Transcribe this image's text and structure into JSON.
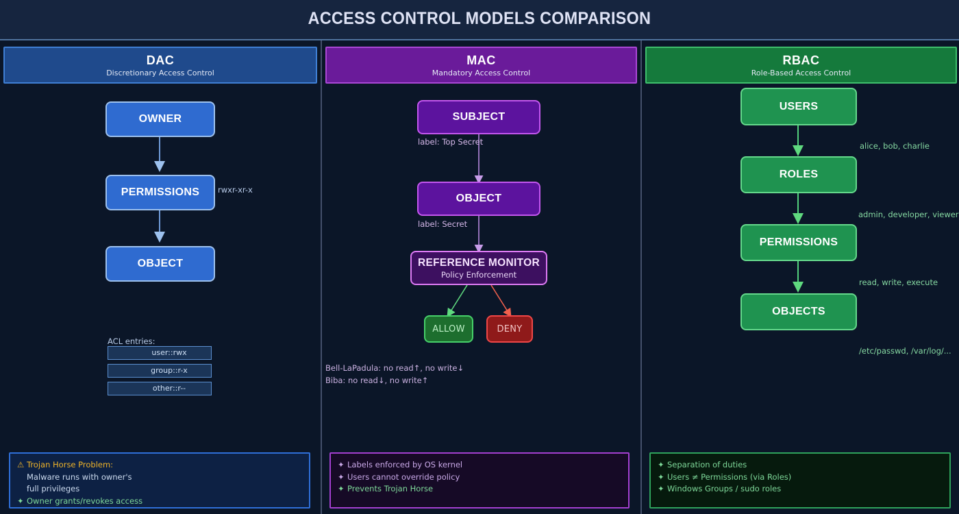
{
  "page": {
    "title": "ACCESS CONTROL MODELS COMPARISON",
    "bg": "#0b1628",
    "header_bg": "#16253f"
  },
  "columns": [
    {
      "key": "dac",
      "title": "DAC",
      "subtitle": "Discretionary Access Control",
      "accent": "#3f7fd4",
      "nodes": [
        {
          "label": "OWNER"
        },
        {
          "label": "PERMISSIONS"
        },
        {
          "label": "OBJECT"
        }
      ],
      "side_labels": [
        {
          "text": "rwxr-xr-x"
        }
      ],
      "acl": {
        "caption": "ACL entries:",
        "entries": [
          "user::rwx",
          "group::r-x",
          "other::r--"
        ]
      },
      "footer": [
        {
          "icon": "warning-icon",
          "glyph": "⚠",
          "text": "Trojan Horse Problem:",
          "style": "fl-warn"
        },
        {
          "icon": "",
          "glyph": "",
          "text": "Malware runs with owner's",
          "style": "fl-neutral"
        },
        {
          "icon": "",
          "glyph": "",
          "text": "full privileges",
          "style": "fl-neutral"
        },
        {
          "icon": "bullet-icon",
          "glyph": "✦",
          "text": "Owner grants/revokes access",
          "style": "fl-good"
        }
      ]
    },
    {
      "key": "mac",
      "title": "MAC",
      "subtitle": "Mandatory Access Control",
      "accent": "#ab47d6",
      "nodes": [
        {
          "label": "SUBJECT"
        },
        {
          "label": "OBJECT"
        },
        {
          "label": "REFERENCE MONITOR",
          "sub": "Policy Enforcement"
        },
        {
          "label": "ALLOW"
        },
        {
          "label": "DENY"
        }
      ],
      "side_labels": [
        {
          "text": "label: Top Secret"
        },
        {
          "text": "label: Secret"
        }
      ],
      "rules": [
        "Bell-LaPadula: no read↑, no write↓",
        "Biba: no read↓, no write↑"
      ],
      "footer": [
        {
          "icon": "bullet-icon",
          "glyph": "✦",
          "text": "Labels enforced by OS kernel",
          "style": "fl-purple"
        },
        {
          "icon": "bullet-icon",
          "glyph": "✦",
          "text": "Users cannot override policy",
          "style": "fl-purple"
        },
        {
          "icon": "bullet-icon",
          "glyph": "✦",
          "text": "Prevents Trojan Horse",
          "style": "fl-good"
        }
      ]
    },
    {
      "key": "rbac",
      "title": "RBAC",
      "subtitle": "Role-Based Access Control",
      "accent": "#3fc06d",
      "nodes": [
        {
          "label": "USERS"
        },
        {
          "label": "ROLES"
        },
        {
          "label": "PERMISSIONS"
        },
        {
          "label": "OBJECTS"
        }
      ],
      "side_labels": [
        {
          "text": "alice, bob, charlie"
        },
        {
          "text": "admin, developer, viewer"
        },
        {
          "text": "read, write, execute"
        },
        {
          "text": "/etc/passwd, /var/log/..."
        }
      ],
      "footer": [
        {
          "icon": "bullet-icon",
          "glyph": "✦",
          "text": "Separation of duties",
          "style": "fl-good"
        },
        {
          "icon": "bullet-icon",
          "glyph": "✦",
          "text": "Users ≠ Permissions (via Roles)",
          "style": "fl-good"
        },
        {
          "icon": "bullet-icon",
          "glyph": "✦",
          "text": "Windows Groups / sudo roles",
          "style": "fl-good"
        }
      ]
    }
  ]
}
